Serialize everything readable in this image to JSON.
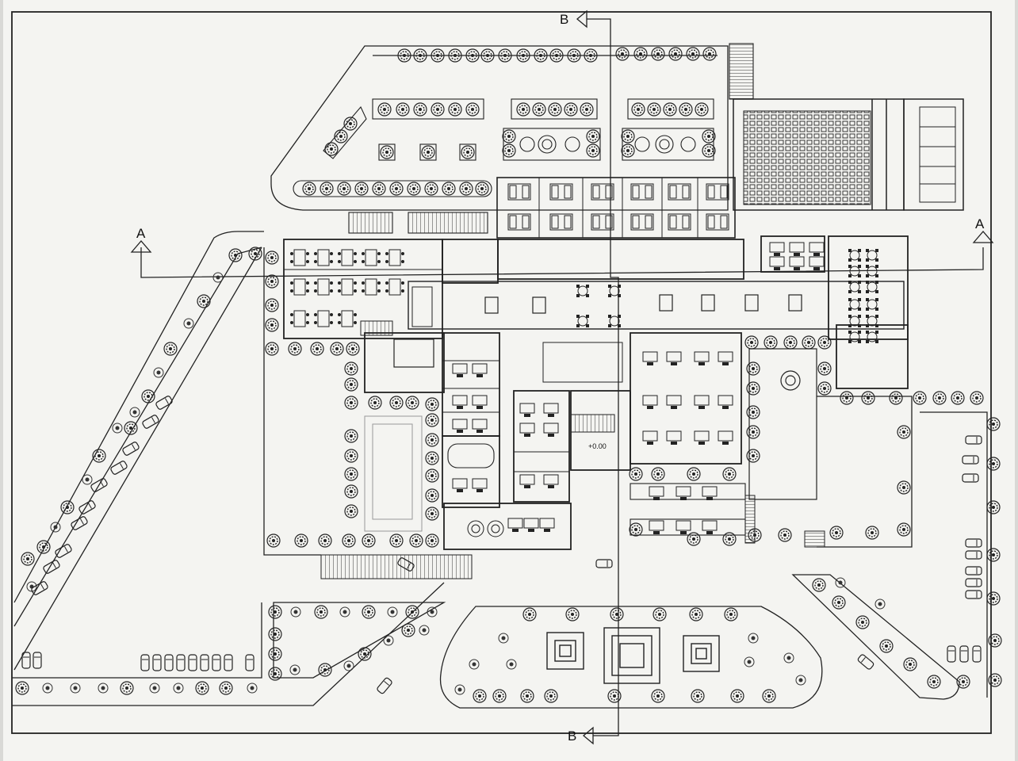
{
  "drawing": {
    "section_a_label": "A",
    "section_b_label": "B",
    "level_annotation": "+0.00"
  },
  "colors": {
    "paper": "#f4f4f1",
    "ink": "#1a1a1a",
    "tree": "#2a2a2a",
    "background": "#d9d9d6"
  }
}
